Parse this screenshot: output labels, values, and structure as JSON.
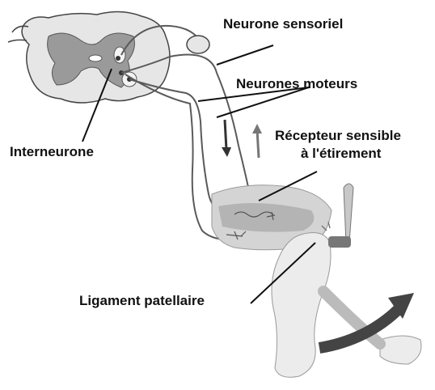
{
  "labels": {
    "sensory_neuron": "Neurone sensoriel",
    "motor_neurons": "Neurones moteurs",
    "interneuron": "Interneurone",
    "receptor_line1": "Récepteur sensible",
    "receptor_line2": "à l'étirement",
    "patellar_ligament": "Ligament patellaire"
  },
  "colors": {
    "leader_line": "#111111",
    "nerve_fiber": "#5a5a5a",
    "cord_grey_matter": "#9a9a9a",
    "cord_white_matter": "#e6e6e6",
    "muscle": "#c8c8c8",
    "skin": "#ececec",
    "kick_arrow": "#444444"
  },
  "icons": {
    "impulse_down": "down-arrow-icon",
    "impulse_up": "up-arrow-icon",
    "leg_kick": "curved-arrow-icon"
  }
}
